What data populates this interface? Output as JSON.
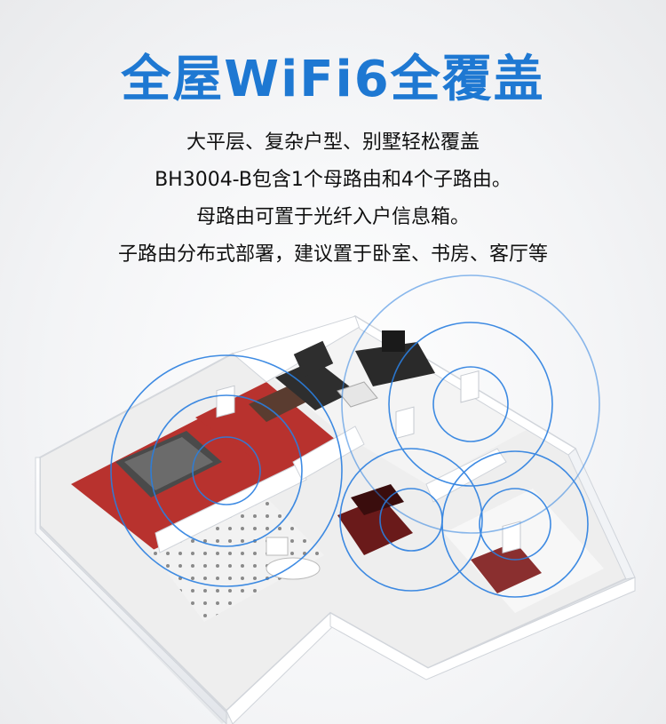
{
  "header": {
    "title": "全屋WiFi6全覆盖"
  },
  "description": {
    "lines": [
      "大平层、复杂户型、别墅轻松覆盖",
      "BH3004-B包含1个母路由和4个子路由。",
      "母路由可置于光纤入户信息箱。",
      "子路由分布式部署，建议置于卧室、书房、客厅等"
    ]
  },
  "colors": {
    "title": "#1e78d2",
    "signal_ring": "#2a7fe0",
    "wall": "#ffffff",
    "wall_shade": "#dfe3e8",
    "floor_red": "#b8322e",
    "floor_light": "#ececec"
  }
}
